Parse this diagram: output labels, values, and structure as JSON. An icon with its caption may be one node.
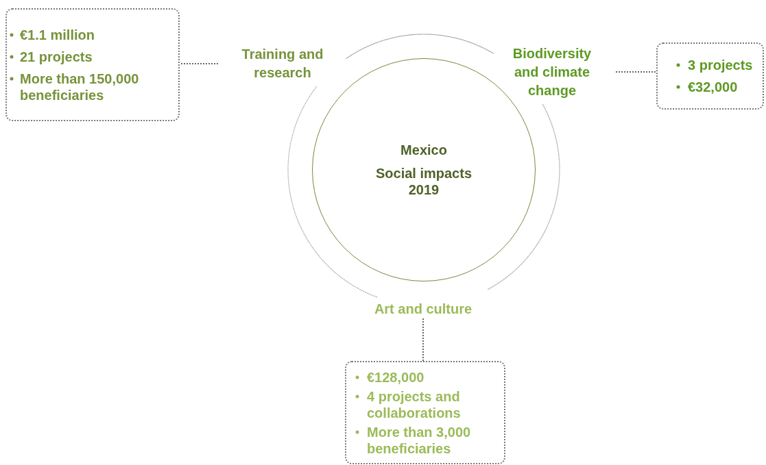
{
  "diagram": {
    "nodes": [
      {
        "text": [
          "Mexico",
          "Social impacts 2019"
        ]
      },
      {
        "text": [
          "Training and research"
        ]
      },
      {
        "text": [
          "€1.1 million",
          "21 projects",
          "More than 150,000 beneficiaries"
        ]
      },
      {
        "text": [
          "Biodiversity and climate change"
        ]
      },
      {
        "text": [
          "3 projects",
          "€32,000"
        ]
      },
      {
        "text": [
          "Art and culture"
        ]
      },
      {
        "text": [
          "€128,000",
          "4 projects and collaborations",
          "More than 3,000 beneficiaries"
        ]
      }
    ],
    "edges": [
      {
        "from": 1,
        "to": 2,
        "arrow": "none"
      },
      {
        "from": 3,
        "to": 4,
        "arrow": "none"
      },
      {
        "from": 5,
        "to": 6,
        "arrow": "none"
      }
    ]
  }
}
